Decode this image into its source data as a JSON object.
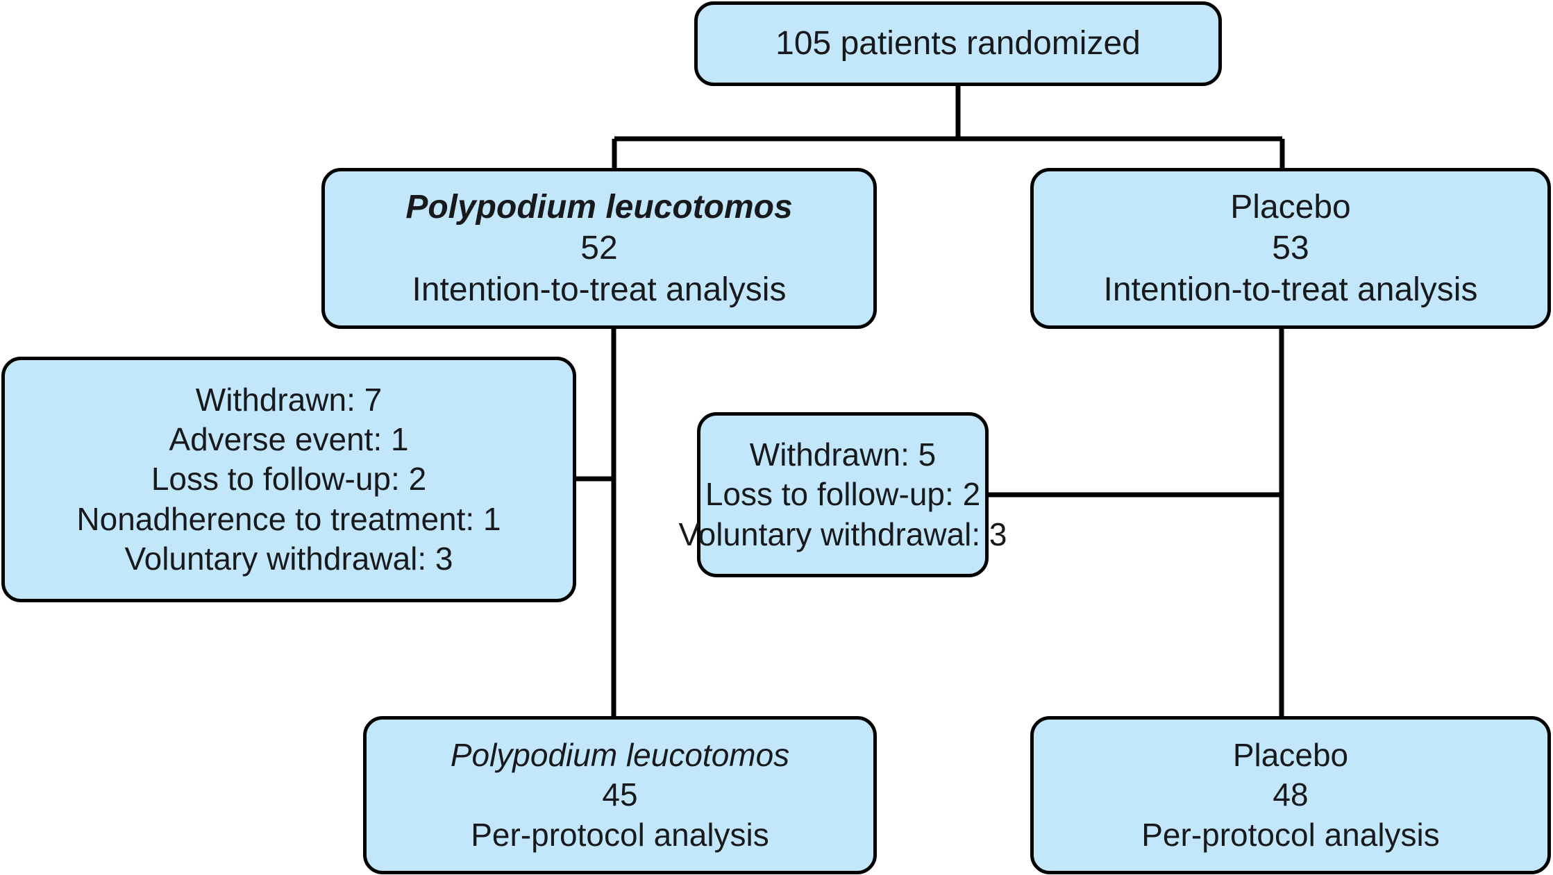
{
  "diagram": {
    "type": "consort-flow-diagram",
    "colors": {
      "node_fill": "#c3e7fa",
      "node_border": "#000000",
      "connector": "#000000",
      "text": "#17191c",
      "background": "#ffffff"
    },
    "nodes": {
      "randomized": {
        "title": "105 patients randomized",
        "count": 105
      },
      "itt_treatment": {
        "group": "Polypodium leucotomos",
        "count": "52",
        "analysis": "Intention-to-treat analysis"
      },
      "itt_placebo": {
        "group": "Placebo",
        "count": "53",
        "analysis": "Intention-to-treat analysis"
      },
      "withdrawn_treatment": {
        "heading": "Withdrawn: 7",
        "reasons": [
          "Adverse event: 1",
          "Loss to follow-up: 2",
          "Nonadherence to treatment: 1",
          "Voluntary withdrawal: 3"
        ]
      },
      "withdrawn_placebo": {
        "heading": "Withdrawn: 5",
        "reasons": [
          "Loss to follow-up: 2",
          "Voluntary withdrawal: 3"
        ]
      },
      "pp_treatment": {
        "group": "Polypodium leucotomos",
        "count": "45",
        "analysis": "Per-protocol analysis"
      },
      "pp_placebo": {
        "group": "Placebo",
        "count": "48",
        "analysis": "Per-protocol analysis"
      }
    }
  }
}
